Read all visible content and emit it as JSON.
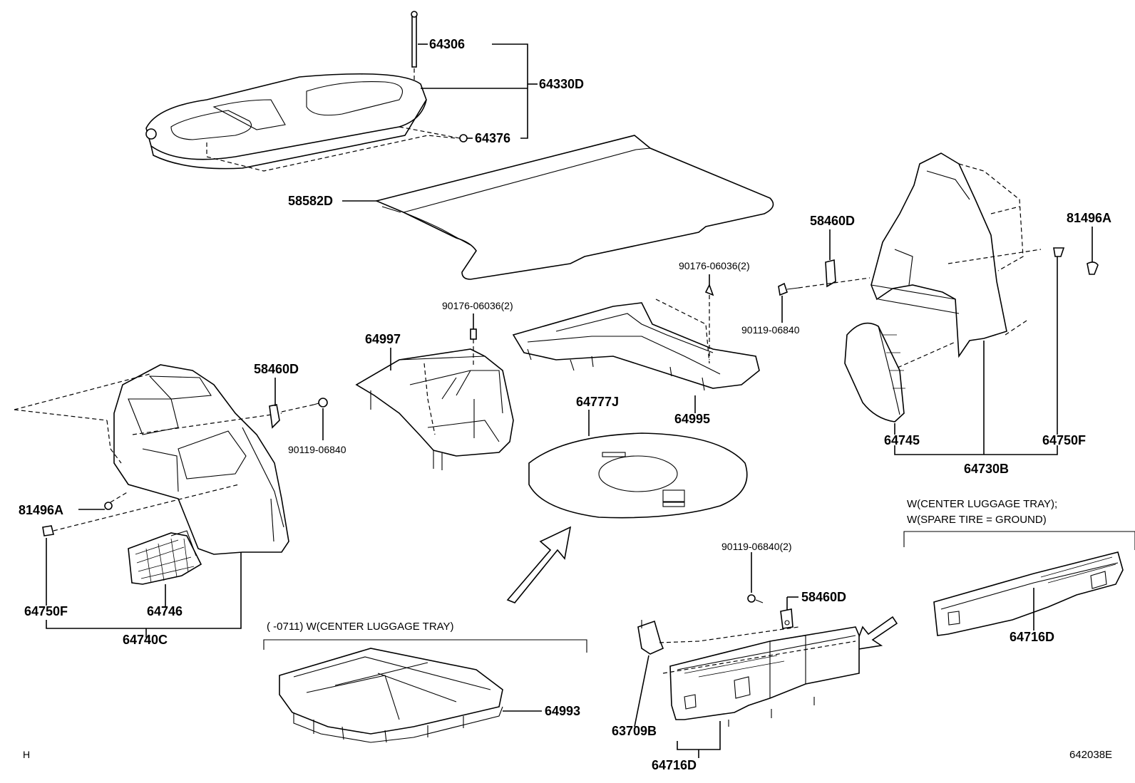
{
  "labels": {
    "p64306": "64306",
    "p64330D": "64330D",
    "p64376": "64376",
    "p58582D": "58582D",
    "p58460D_right": "58460D",
    "p81496A_right": "81496A",
    "p90176_right": "90176-06036(2)",
    "p90119_right": "90119-06840",
    "p90176_center": "90176-06036(2)",
    "p64997": "64997",
    "p64995": "64995",
    "p58460D_left": "58460D",
    "p90119_left": "90119-06840",
    "p64777J": "64777J",
    "p64745": "64745",
    "p64750F_right": "64750F",
    "p64730B": "64730B",
    "p81496A_left": "81496A",
    "p64750F_left": "64750F",
    "p64746": "64746",
    "p64740C": "64740C",
    "p90119_bottom": "90119-06840(2)",
    "p58460D_bottom": "58460D",
    "p64716D_right": "64716D",
    "p63709B": "63709B",
    "p64716D_bottom": "64716D",
    "p64993": "64993"
  },
  "notes": {
    "tray_note": "(     -0711) W(CENTER LUGGAGE TRAY)",
    "spare_note_line1": "W(CENTER LUGGAGE TRAY);",
    "spare_note_line2": "W(SPARE TIRE = GROUND)"
  },
  "corner": {
    "left_mark": "H",
    "figure_code": "642038E"
  }
}
